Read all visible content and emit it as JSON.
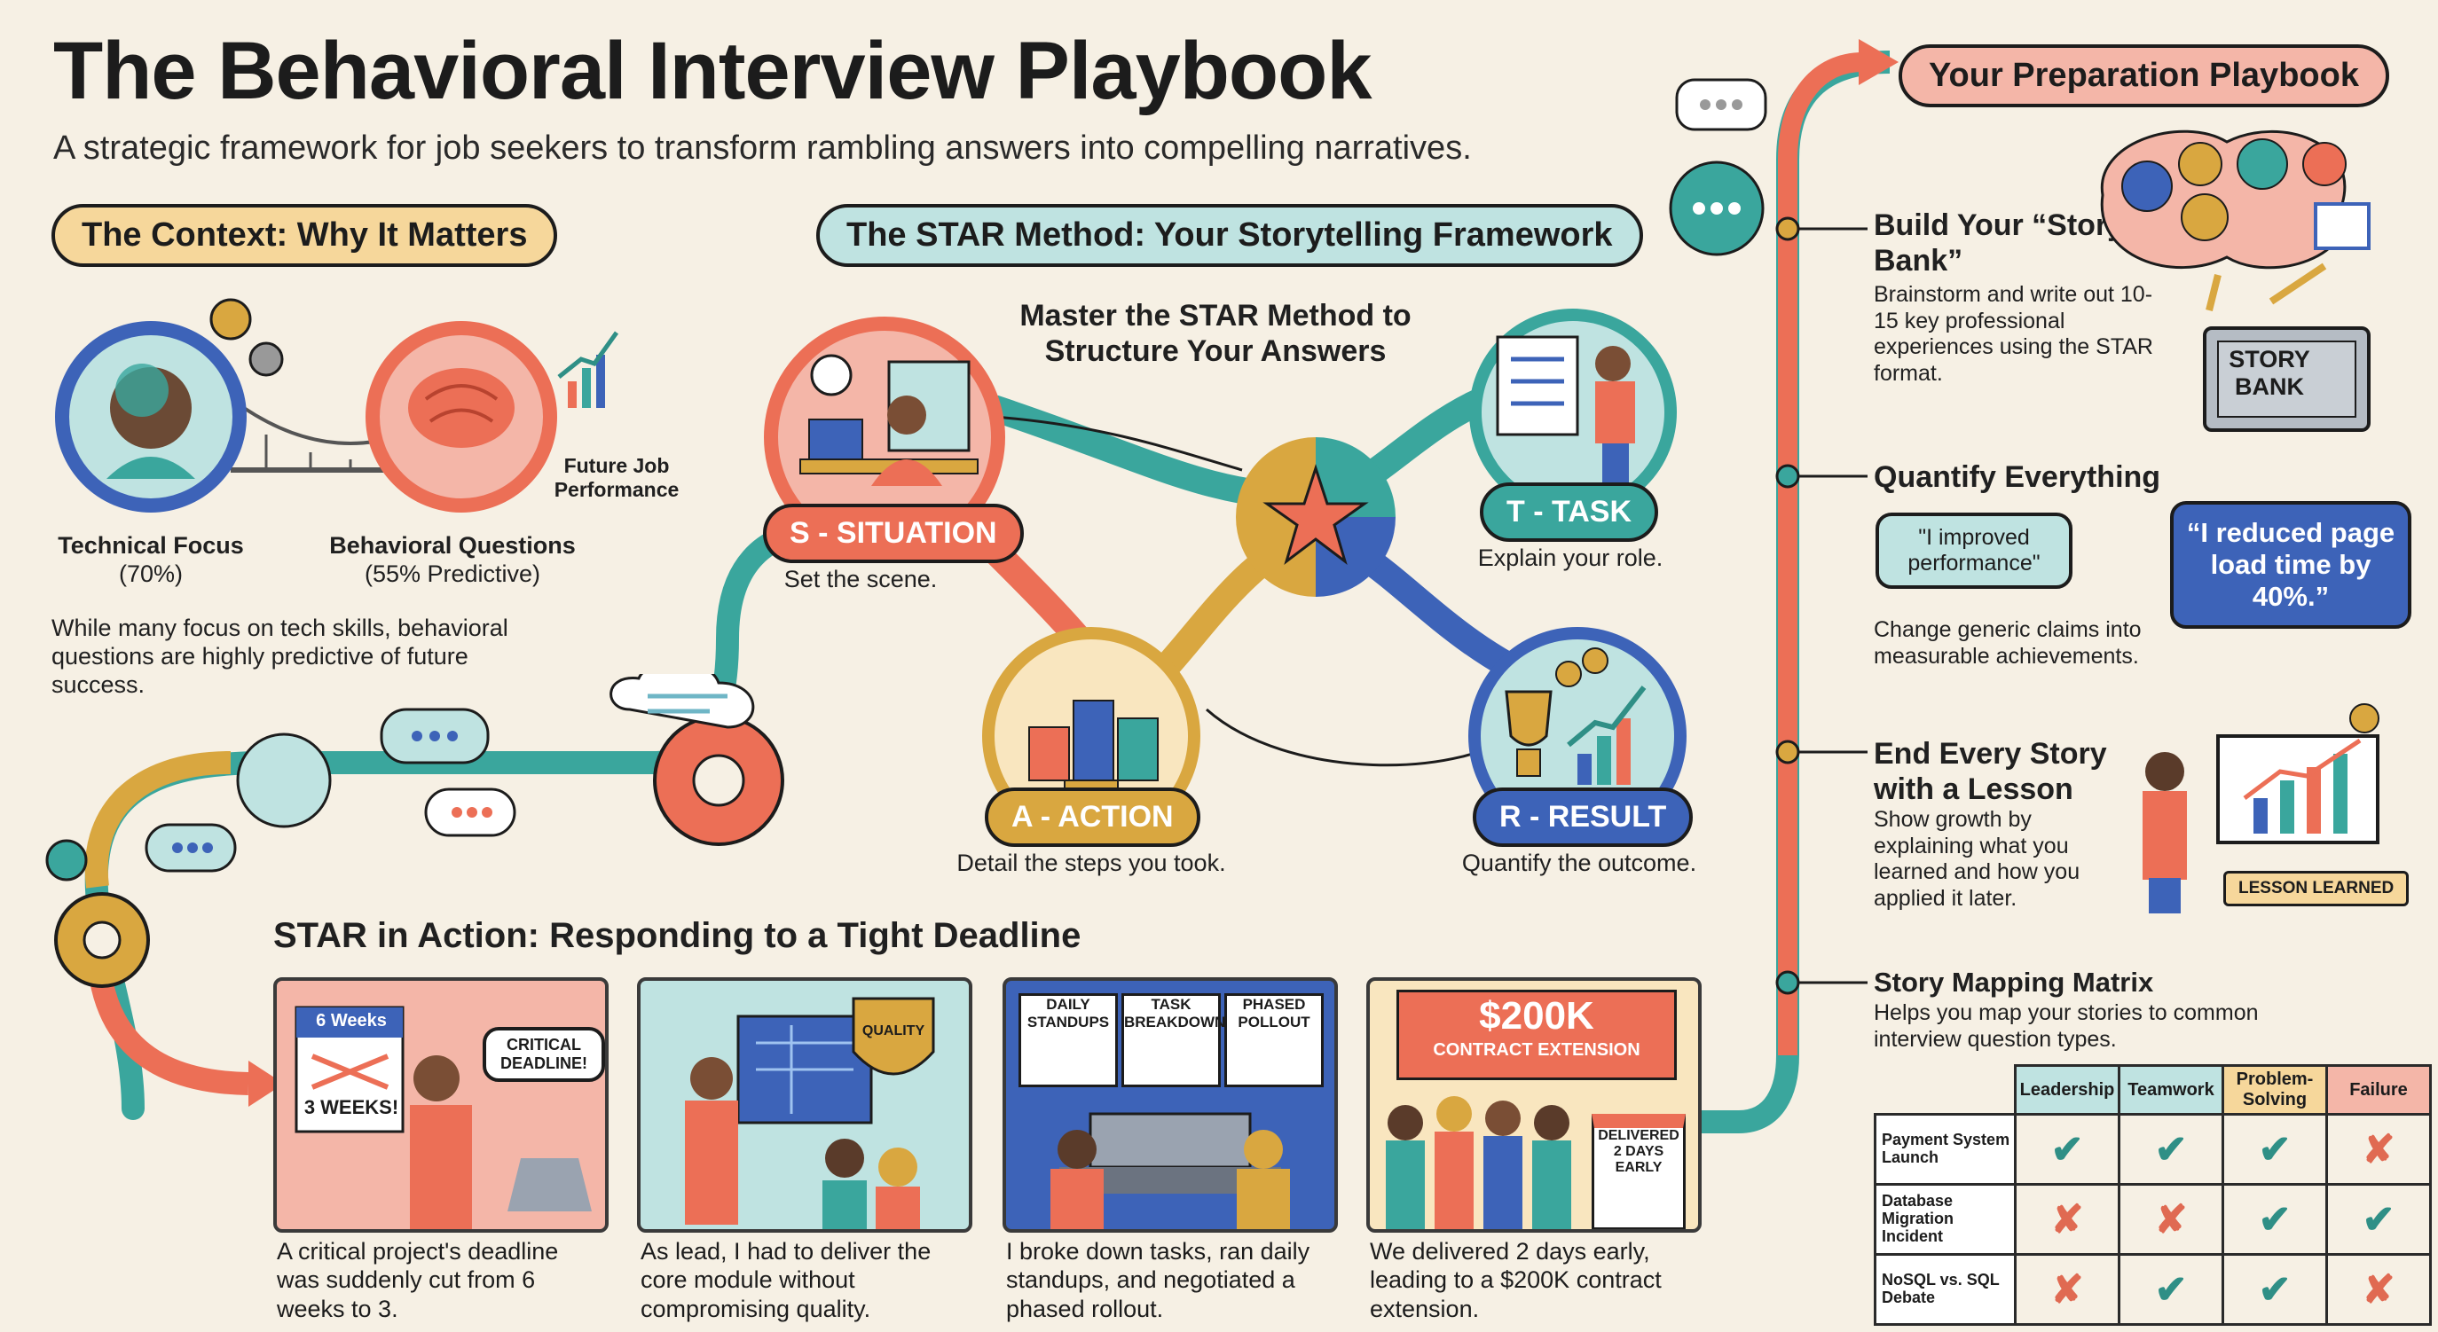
{
  "header": {
    "title": "The Behavioral Interview Playbook",
    "subtitle": "A strategic framework for job seekers to transform rambling answers into compelling narratives."
  },
  "context": {
    "pill": "The Context: Why It Matters",
    "technical_label": "Technical Focus",
    "technical_value": "(70%)",
    "behavioral_label": "Behavioral Questions",
    "behavioral_value": "(55% Predictive)",
    "future_label": "Future Job Performance",
    "note": "While many focus on tech skills, behavioral questions are highly predictive of future success."
  },
  "star": {
    "pill": "The STAR Method: Your Storytelling Framework",
    "heading": "Master the STAR Method to Structure Your Answers",
    "situation_label": "S - SITUATION",
    "situation_desc": "Set the scene.",
    "task_label": "T - TASK",
    "task_desc": "Explain your role.",
    "action_label": "A - ACTION",
    "action_desc": "Detail the steps you took.",
    "result_label": "R - RESULT",
    "result_desc": "Quantify the outcome."
  },
  "in_action": {
    "heading": "STAR in Action: Responding to a Tight Deadline",
    "card1": {
      "calendar_top": "6 Weeks",
      "calendar_bottom": "3 WEEKS!",
      "bubble": "CRITICAL DEADLINE!",
      "caption": "A critical project's deadline was suddenly cut from 6 weeks to 3."
    },
    "card2": {
      "shield": "QUALITY",
      "caption": "As lead, I had to deliver the core module without compromising quality."
    },
    "card3": {
      "panel1": "DAILY STANDUPS",
      "panel2": "TASK BREAKDOWN",
      "panel3": "PHASED POLLOUT",
      "caption": "I broke down tasks, ran daily standups, and negotiated a phased rollout."
    },
    "card4": {
      "banner_amount": "$200K",
      "banner_text": "CONTRACT EXTENSION",
      "calendar": "DELIVERED 2 DAYS EARLY",
      "caption": "We delivered 2 days early, leading to a $200K contract extension."
    }
  },
  "prep": {
    "pill": "Your Preparation Playbook",
    "story_bank_title": "Build Your “Story Bank”",
    "story_bank_desc": "Brainstorm and write out 10-15 key professional experiences using the STAR format.",
    "safe_label": "STORY BANK",
    "quantify_title": "Quantify Everything",
    "quantify_generic": "\"I improved performance\"",
    "quantify_specific": "“I reduced page load time by 40%.”",
    "quantify_desc": "Change generic claims into measurable achievements.",
    "lesson_title": "End Every Story with a Lesson",
    "lesson_desc": "Show growth by explaining what you learned and how you applied it later.",
    "lesson_badge": "LESSON LEARNED",
    "matrix_title": "Story Mapping Matrix",
    "matrix_desc": "Helps you map your stories to common interview question types."
  },
  "matrix": {
    "columns": [
      "Leadership",
      "Teamwork",
      "Problem-Solving",
      "Failure"
    ],
    "rows": [
      {
        "label": "Payment System Launch",
        "cells": [
          "✔",
          "✔",
          "✔",
          "✘"
        ]
      },
      {
        "label": "Database Migration Incident",
        "cells": [
          "✘",
          "✘",
          "✔",
          "✔"
        ]
      },
      {
        "label": "NoSQL vs. SQL Debate",
        "cells": [
          "✘",
          "✔",
          "✔",
          "✘"
        ]
      }
    ]
  },
  "colors": {
    "teal": "#3aa69d",
    "coral": "#ec6f56",
    "mustard": "#d9a740",
    "blue": "#3d63b8",
    "cream": "#f6f0e4"
  }
}
